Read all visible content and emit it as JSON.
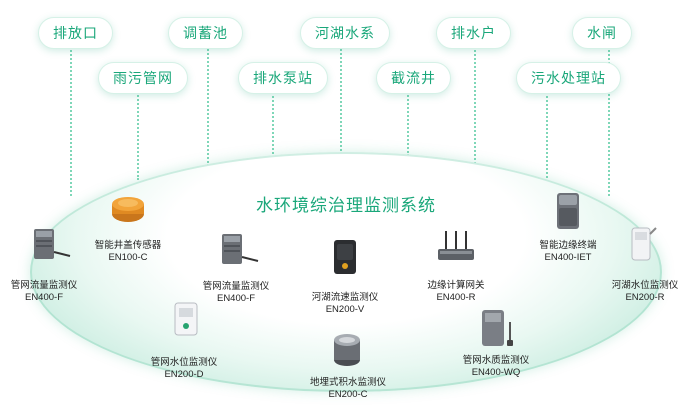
{
  "categories": {
    "top_row": [
      "排放口",
      "调蓄池",
      "河湖水系",
      "排水户",
      "水闸"
    ],
    "second_row": [
      "雨污管网",
      "排水泵站",
      "截流井",
      "污水处理站"
    ]
  },
  "system_title": "水环境综治理监测系统",
  "devices": [
    {
      "name": "智能井盖传感器",
      "model": "EN100-C",
      "icon": "manhole-sensor-icon"
    },
    {
      "name": "管网流量监测仪",
      "model": "EN400-F",
      "icon": "flow-meter-icon"
    },
    {
      "name": "管网流量监测仪",
      "model": "EN400-F",
      "icon": "flow-meter-icon"
    },
    {
      "name": "河湖流速监测仪",
      "model": "EN200-V",
      "icon": "velocity-meter-icon"
    },
    {
      "name": "边缘计算网关",
      "model": "EN400-R",
      "icon": "router-gateway-icon"
    },
    {
      "name": "智能边缘终端",
      "model": "EN400-IET",
      "icon": "edge-terminal-icon"
    },
    {
      "name": "河湖水位监测仪",
      "model": "EN200-R",
      "icon": "water-level-radar-icon"
    },
    {
      "name": "管网水位监测仪",
      "model": "EN200-D",
      "icon": "pipe-level-meter-icon"
    },
    {
      "name": "地埋式积水监测仪",
      "model": "EN200-C",
      "icon": "buried-waterlogging-sensor-icon"
    },
    {
      "name": "管网水质监测仪",
      "model": "EN400-WQ",
      "icon": "water-quality-meter-icon"
    }
  ],
  "colors": {
    "accent": "#1aa77a",
    "line": "#7fd7b8",
    "ellipse": "#cdeee2"
  }
}
